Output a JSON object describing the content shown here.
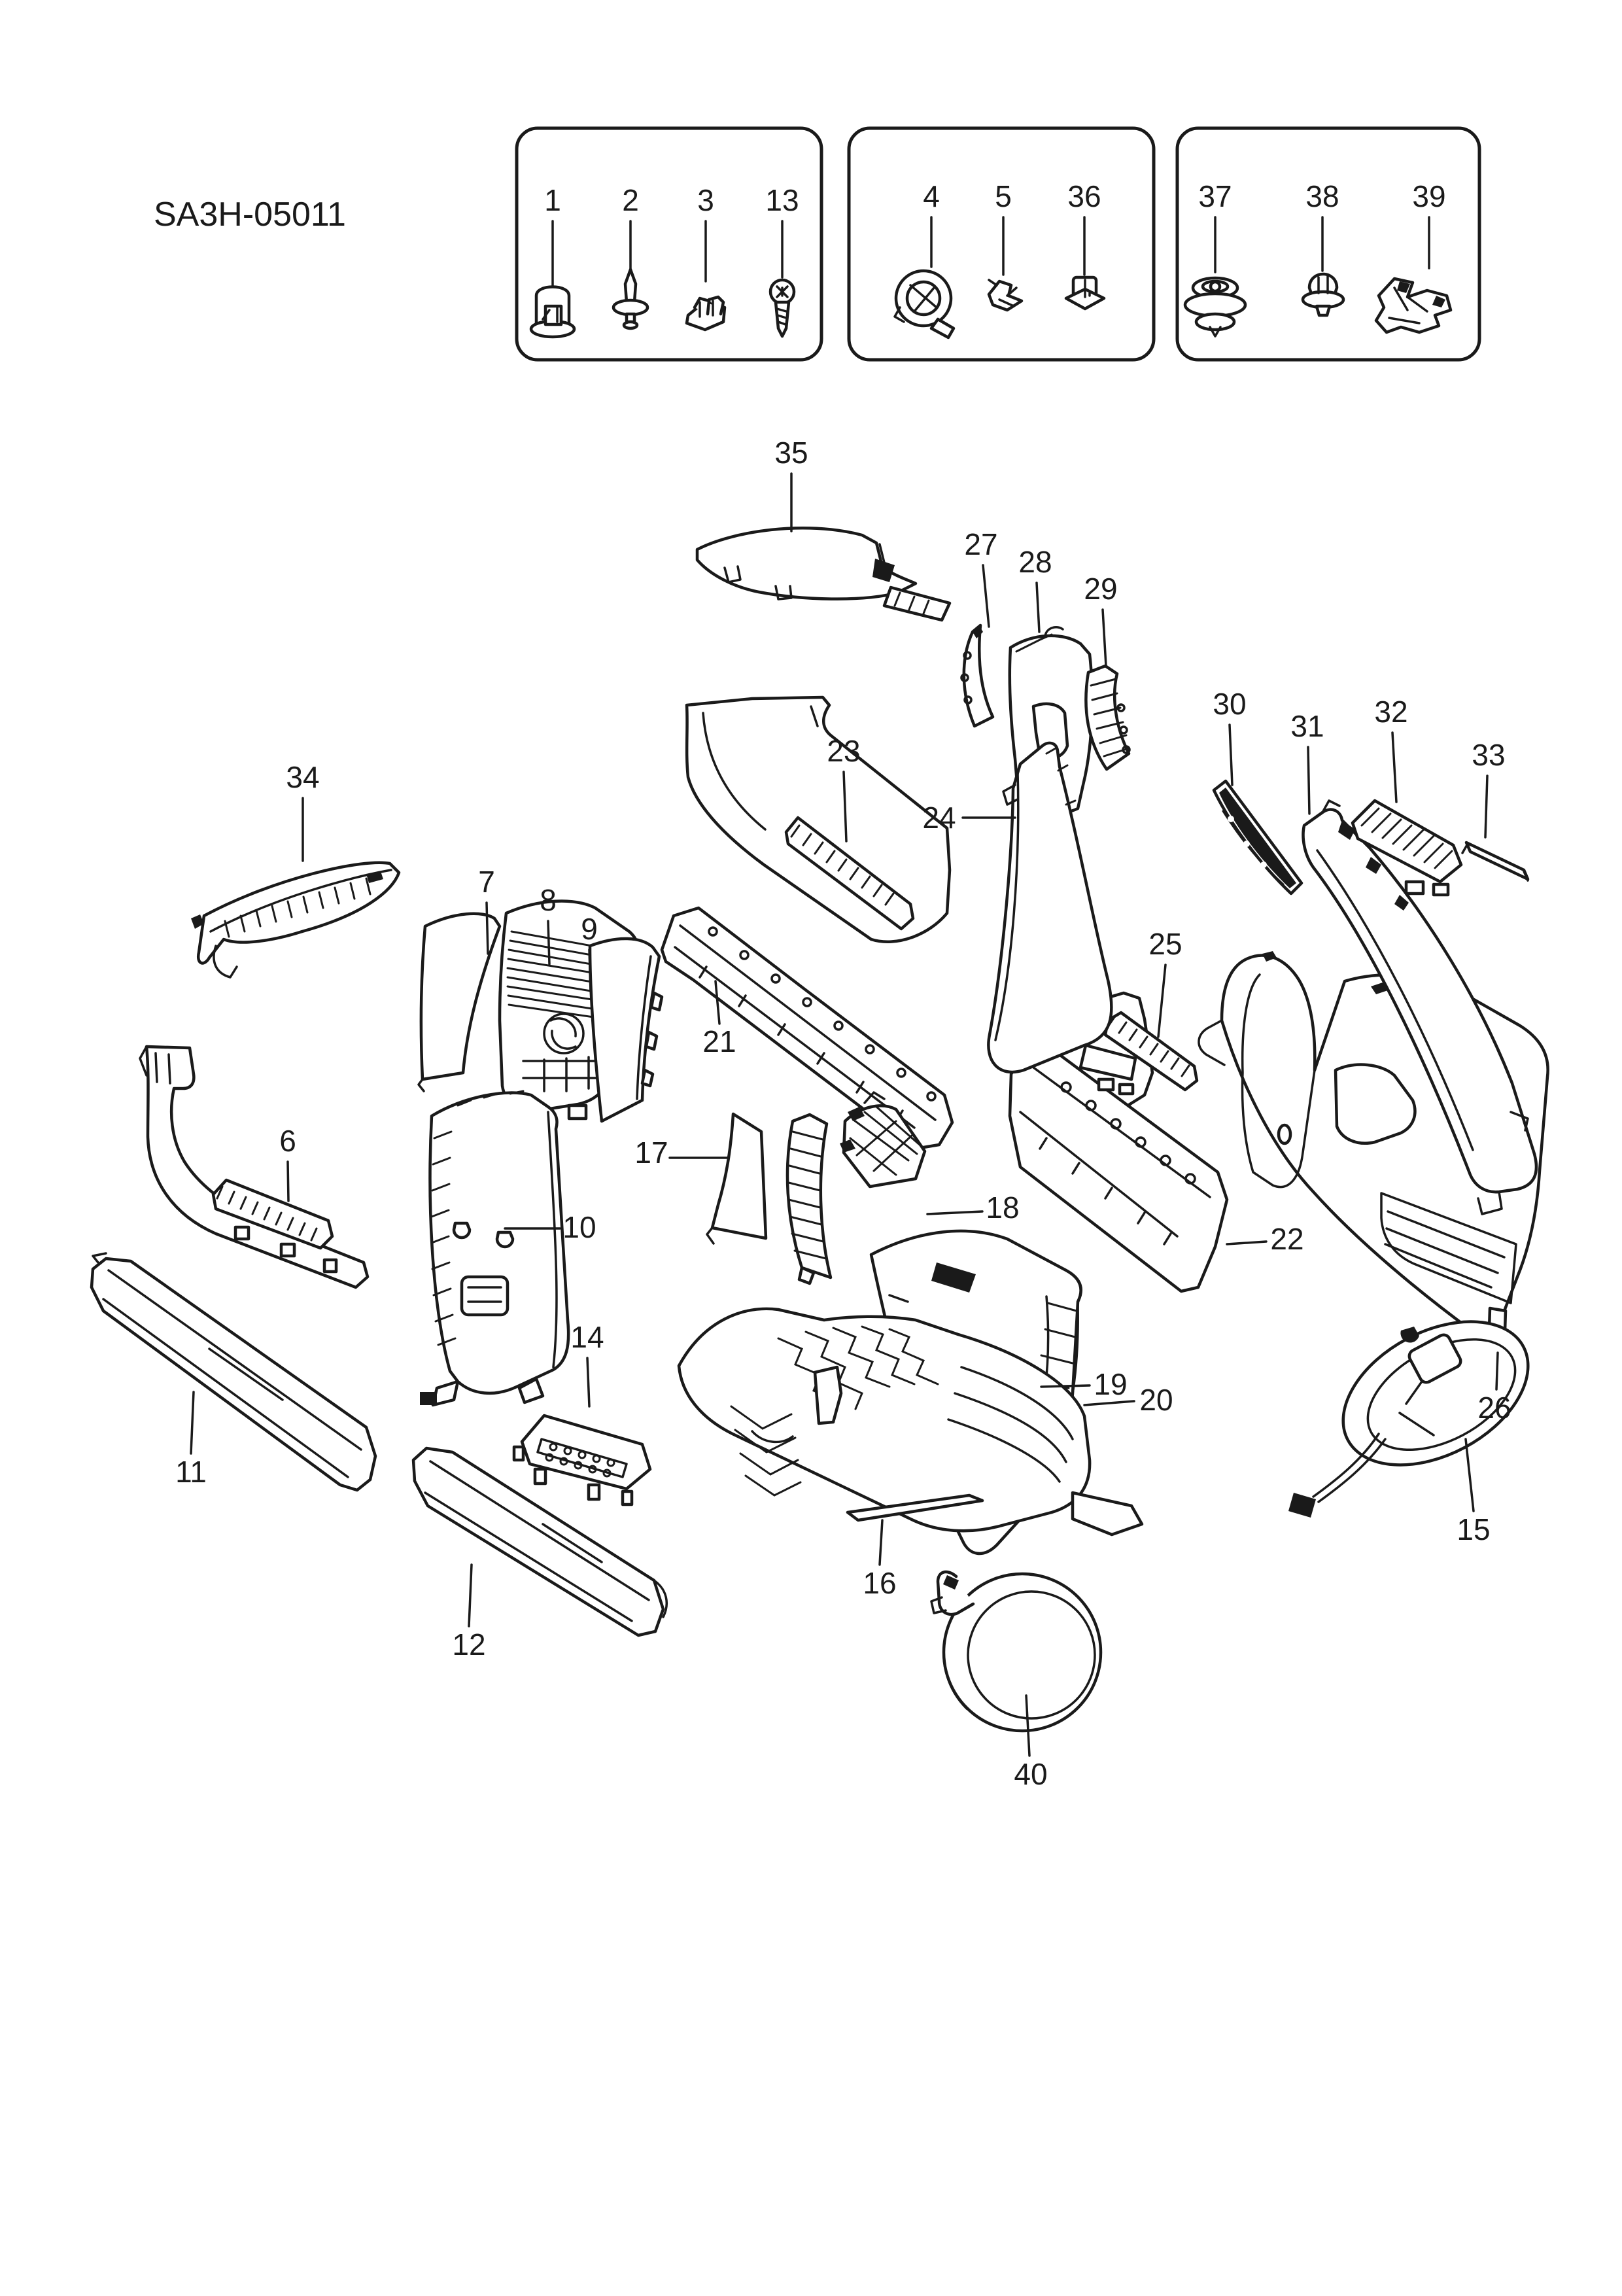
{
  "page": {
    "code": "SA3H-05011",
    "background_color": "#ffffff",
    "line_color": "#1a1a1a",
    "description": "Exploded parts diagram of interior trim pieces with numbered callouts"
  },
  "legend": {
    "boxes": [
      {
        "name": "fastener-group-a",
        "items": [
          {
            "number": "1",
            "icon": "cap-nut-icon"
          },
          {
            "number": "2",
            "icon": "push-rivet-icon"
          },
          {
            "number": "3",
            "icon": "square-clip-icon"
          },
          {
            "number": "13",
            "icon": "screw-icon"
          }
        ]
      },
      {
        "name": "fastener-group-b",
        "items": [
          {
            "number": "4",
            "icon": "harness-clamp-icon"
          },
          {
            "number": "5",
            "icon": "spring-clip-icon"
          },
          {
            "number": "36",
            "icon": "box-grommet-icon"
          }
        ]
      },
      {
        "name": "fastener-group-c",
        "items": [
          {
            "number": "37",
            "icon": "layered-grommet-icon"
          },
          {
            "number": "38",
            "icon": "push-pin-icon"
          },
          {
            "number": "39",
            "icon": "bracket-clip-icon"
          }
        ]
      }
    ]
  },
  "callouts": {
    "c1": "1",
    "c2": "2",
    "c3": "3",
    "c4": "4",
    "c5": "5",
    "c6": "6",
    "c7": "7",
    "c8": "8",
    "c9": "9",
    "c10": "10",
    "c11": "11",
    "c12": "12",
    "c13": "13",
    "c14": "14",
    "c15": "15",
    "c16": "16",
    "c17": "17",
    "c18": "18",
    "c19": "19",
    "c20": "20",
    "c21": "21",
    "c22": "22",
    "c23": "23",
    "c24": "24",
    "c25": "25",
    "c26": "26",
    "c27": "27",
    "c28": "28",
    "c29": "29",
    "c30": "30",
    "c31": "31",
    "c32": "32",
    "c33": "33",
    "c34": "34",
    "c35": "35",
    "c36": "36",
    "c37": "37",
    "c38": "38",
    "c39": "39",
    "c40": "40"
  }
}
